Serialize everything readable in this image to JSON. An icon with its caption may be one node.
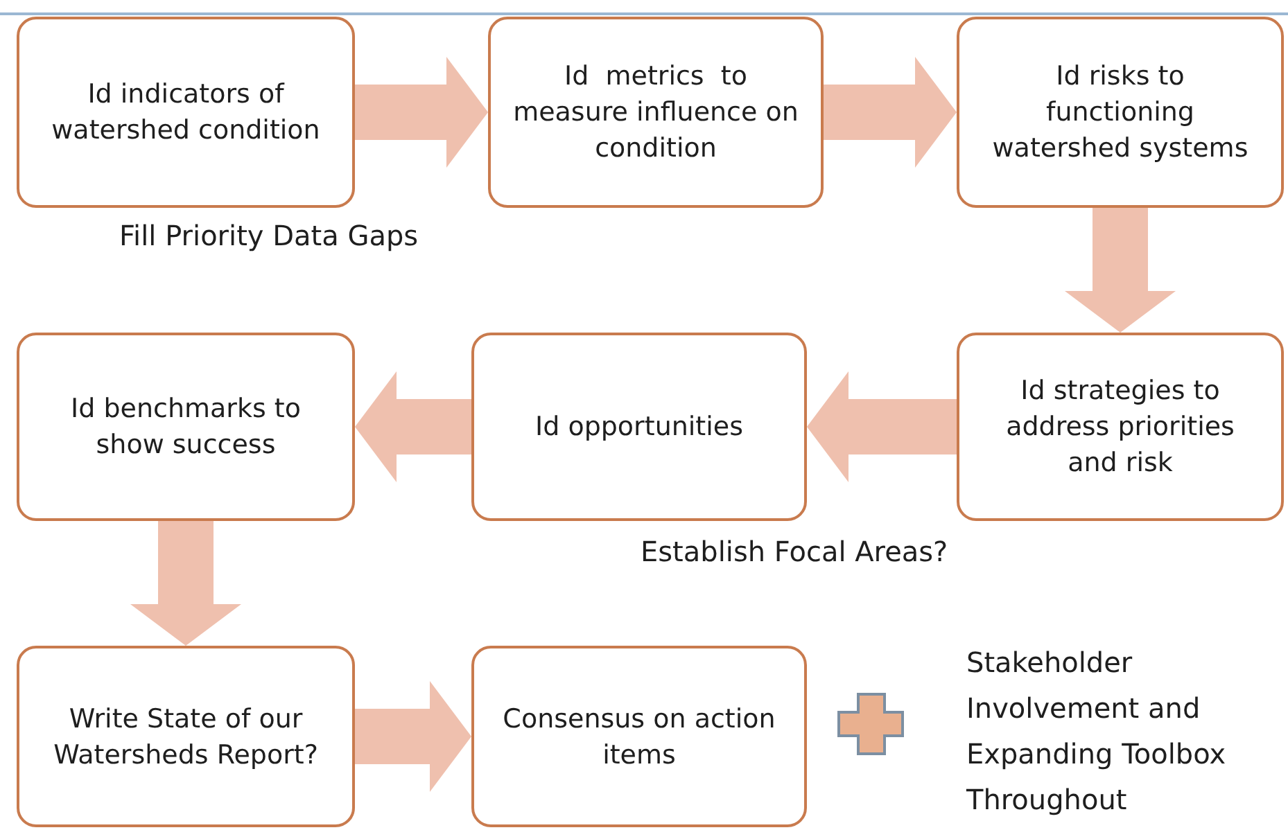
{
  "diagram": {
    "nodes": [
      {
        "text": [
          "Id indicators of watershed condition"
        ]
      },
      {
        "text": [
          "Id  metrics  to measure influence on condition"
        ]
      },
      {
        "text": [
          "Id risks to functioning watershed systems"
        ]
      },
      {
        "text": [
          "Id benchmarks to show success"
        ]
      },
      {
        "text": [
          "Id opportunities"
        ]
      },
      {
        "text": [
          "Id strategies to address priorities and risk"
        ]
      },
      {
        "text": [
          "Write State of our Watersheds Report?"
        ]
      },
      {
        "text": [
          "Consensus on action items"
        ]
      }
    ],
    "edges": [
      {
        "from": 0,
        "to": 1,
        "arrow": "to"
      },
      {
        "from": 1,
        "to": 2,
        "arrow": "to"
      },
      {
        "from": 2,
        "to": 5,
        "arrow": "to"
      },
      {
        "from": 5,
        "to": 4,
        "arrow": "to"
      },
      {
        "from": 4,
        "to": 3,
        "arrow": "to"
      },
      {
        "from": 3,
        "to": 6,
        "arrow": "to"
      },
      {
        "from": 6,
        "to": 7,
        "arrow": "to"
      }
    ],
    "labels": [
      "Fill Priority Data Gaps",
      "Establish Focal Areas?",
      "Stakeholder Involvement and Expanding Toolbox Throughout"
    ]
  }
}
